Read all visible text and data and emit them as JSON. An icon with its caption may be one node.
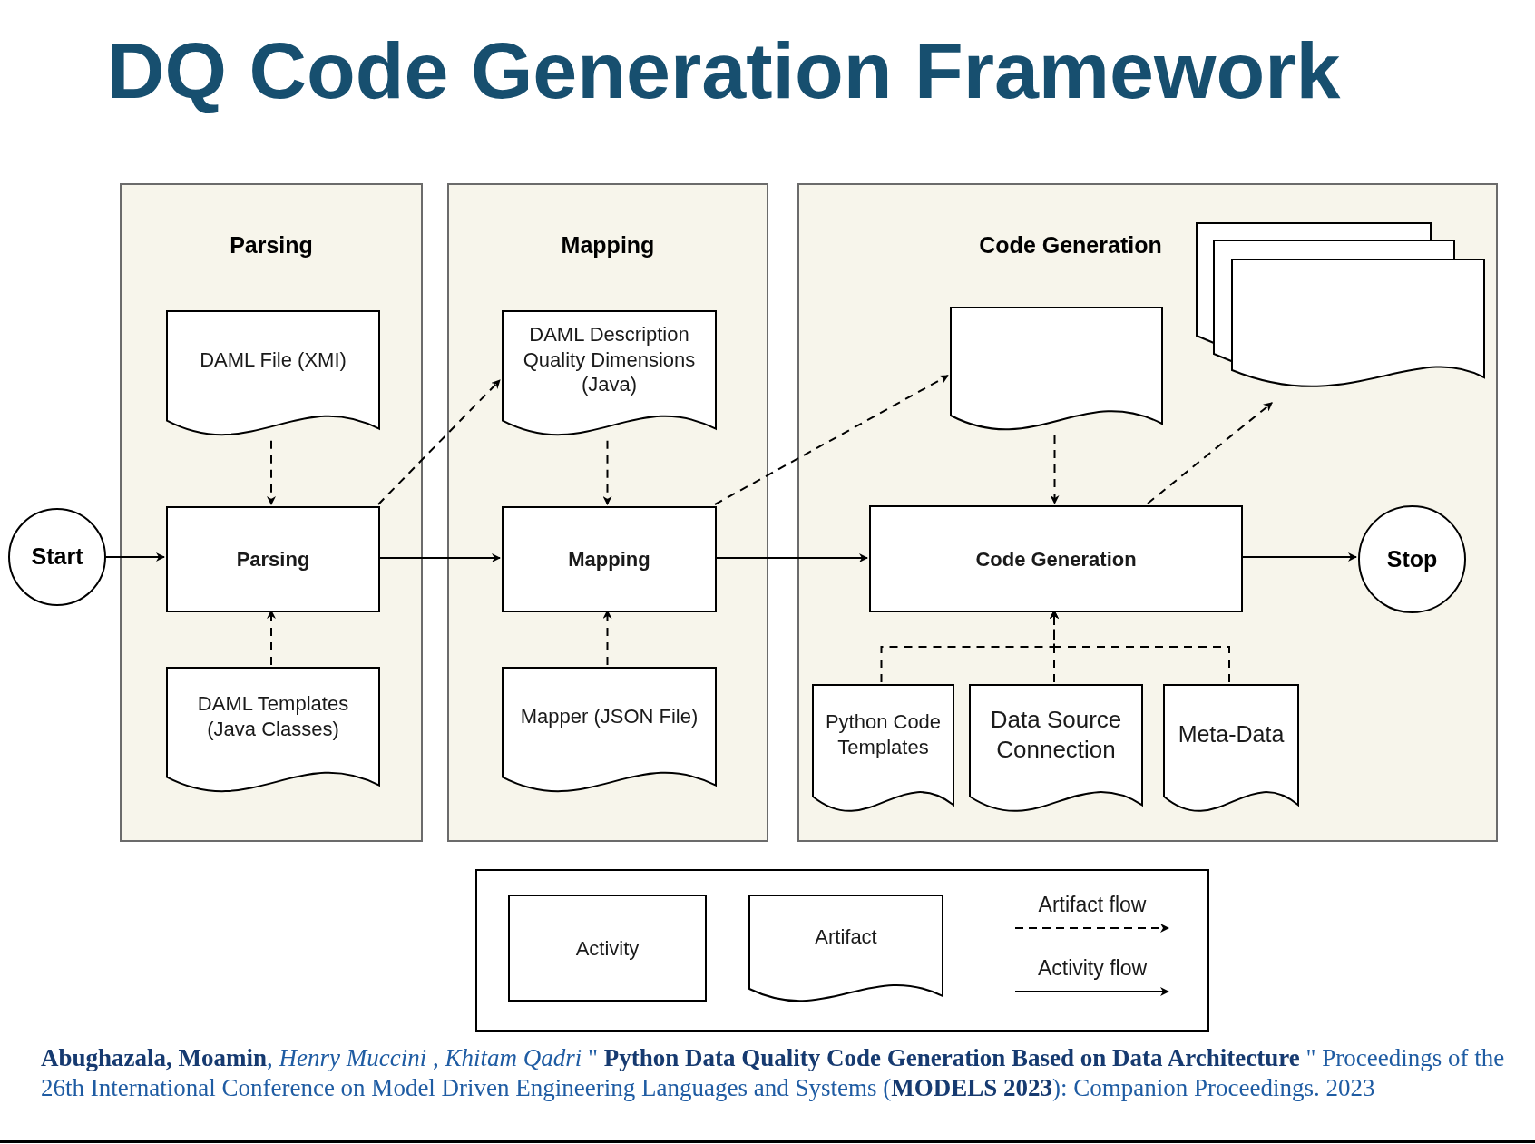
{
  "diagram": {
    "title": "DQ Code Generation Framework",
    "nodes": [
      {
        "text": [
          "Parsing"
        ]
      },
      {
        "text": [
          "Mapping"
        ]
      },
      {
        "text": [
          "Code Generation"
        ]
      },
      {
        "text": [
          "DAML File (XMI)"
        ],
        "in": 0
      },
      {
        "text": [
          "DAML Description Quality Dimensions (Java)"
        ],
        "in": 1
      },
      {
        "text": [],
        "shape": "document",
        "in": 2
      },
      {
        "text": [],
        "shape": "stack",
        "in": 2
      },
      {
        "text": [
          "Start"
        ]
      },
      {
        "text": [
          "Parsing"
        ],
        "in": 0
      },
      {
        "text": [
          "Mapping"
        ],
        "in": 1
      },
      {
        "text": [
          "Code Generation"
        ],
        "in": 2
      },
      {
        "text": [
          "Stop"
        ],
        "in": 2
      },
      {
        "text": [
          "DAML Templates (Java Classes)"
        ],
        "in": 0
      },
      {
        "text": [
          "Mapper (JSON File)"
        ],
        "in": 1
      },
      {
        "text": [
          "Python Code Templates"
        ],
        "in": 2
      },
      {
        "text": [
          "Data Source Connection"
        ],
        "in": 2
      },
      {
        "text": [
          "Meta-Data"
        ],
        "in": 2
      }
    ],
    "edges": [
      {
        "from": 7,
        "to": 8,
        "arrow": "to"
      },
      {
        "from": 8,
        "to": 9,
        "arrow": "to"
      },
      {
        "from": 9,
        "to": 10,
        "arrow": "to"
      },
      {
        "from": 10,
        "to": 11,
        "arrow": "to"
      },
      {
        "from": 3,
        "to": 8,
        "arrow": "to",
        "style": "dashed"
      },
      {
        "from": 12,
        "to": 8,
        "arrow": "to",
        "style": "dashed"
      },
      {
        "from": 8,
        "to": 4,
        "arrow": "to",
        "style": "dashed"
      },
      {
        "from": 4,
        "to": 9,
        "arrow": "to",
        "style": "dashed"
      },
      {
        "from": 13,
        "to": 9,
        "arrow": "to",
        "style": "dashed"
      },
      {
        "from": 9,
        "to": 5,
        "arrow": "to",
        "style": "dashed"
      },
      {
        "from": 5,
        "to": 10,
        "arrow": "to",
        "style": "dashed"
      },
      {
        "from": 10,
        "to": 6,
        "arrow": "to",
        "style": "dashed"
      },
      {
        "from": 14,
        "to": 10,
        "arrow": "to",
        "style": "dashed"
      },
      {
        "from": 15,
        "to": 10,
        "arrow": "to",
        "style": "dashed"
      },
      {
        "from": 16,
        "to": 10,
        "arrow": "to",
        "style": "dashed"
      }
    ],
    "legend": [
      {
        "text": "Activity"
      },
      {
        "text": "Artifact"
      },
      {
        "text": "Artifact flow"
      },
      {
        "text": "Activity flow"
      }
    ],
    "caption": "**Abughazala, Moamin**, *Henry Muccini* , *Khitam Qadri* \" **Python Data Quality Code Generation Based on Data Architecture** \" Proceedings of the 26th International Conference on Model Driven Engineering Languages and Systems (**MODELS 2023**): Companion Proceedings. 2023"
  }
}
